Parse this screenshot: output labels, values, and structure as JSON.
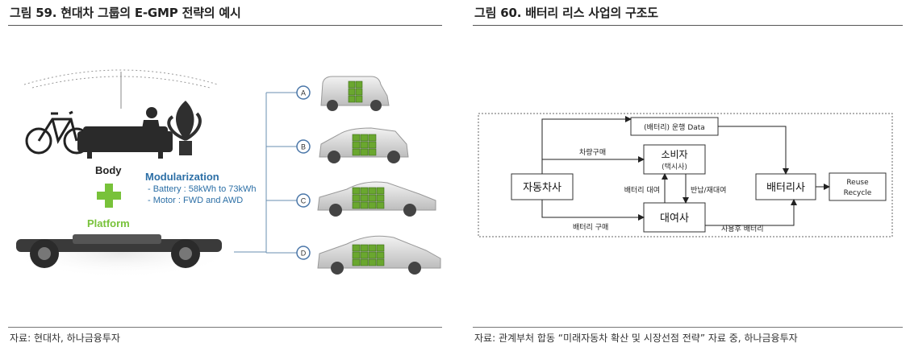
{
  "left_figure": {
    "title": "그림 59. 현대차 그룹의 E-GMP 전략의 예시",
    "body_label": "Body",
    "platform_label": "Platform",
    "modularization": {
      "heading": "Modularization",
      "lines": [
        "- Battery : 58kWh to 73kWh",
        "- Motor : FWD and AWD"
      ]
    },
    "variants": [
      "A",
      "B",
      "C",
      "D"
    ],
    "source": "자료: 현대차, 하나금융투자"
  },
  "right_figure": {
    "title": "그림 60. 배터리 리스 사업의 구조도",
    "nodes": {
      "automaker": "자동차사",
      "consumer": "소비자",
      "consumer_sub": "(택시사)",
      "lessor": "대여사",
      "battery_co": "배터리사",
      "reuse_line1": "Reuse",
      "reuse_line2": "Recycle"
    },
    "edges": {
      "data_label": "(배터리) 운행 Data",
      "car_purchase": "차량구매",
      "battery_purchase": "배터리 구매",
      "battery_rental": "배터리 대여",
      "return_rerent": "반납/재대여",
      "used_battery": "사용후 배터리"
    },
    "source": "자료: 관계부처 합동 “미래자동차 확산 및 시장선점 전략” 자료 중, 하나금융투자"
  },
  "colors": {
    "battery_green": "#6aa72f",
    "plus_green": "#78c23a",
    "text_blue": "#2c6fa6",
    "rule": "#555555"
  }
}
